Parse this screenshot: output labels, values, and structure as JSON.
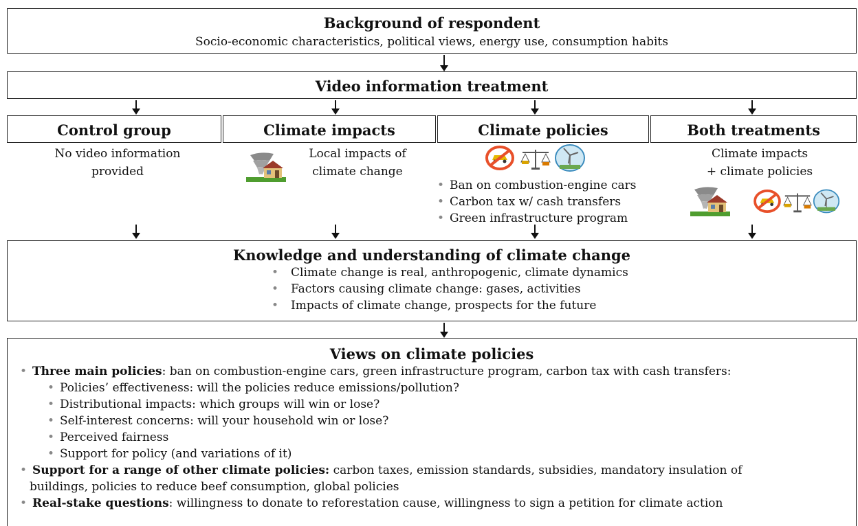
{
  "background": {
    "title": "Background of respondent",
    "subtitle": "Socio-economic characteristics, political views, energy use, consumption habits"
  },
  "treatment": {
    "title": "Video information treatment"
  },
  "groups": {
    "control": {
      "title": "Control group",
      "text1": "No video information",
      "text2": "provided"
    },
    "impacts": {
      "title": "Climate impacts",
      "text1": "Local impacts of",
      "text2": "climate change"
    },
    "policies": {
      "title": "Climate policies",
      "items": [
        "Ban on combustion-engine cars",
        "Carbon tax w/ cash transfers",
        "Green infrastructure program"
      ]
    },
    "both": {
      "title": "Both treatments",
      "text1": "Climate impacts",
      "text2": "+ climate policies"
    }
  },
  "knowledge": {
    "title": "Knowledge and understanding of climate change",
    "items": [
      "Climate change is real, anthropogenic, climate dynamics",
      "Factors causing climate change: gases, activities",
      "Impacts of climate change, prospects for the future"
    ]
  },
  "views": {
    "title": "Views on climate policies",
    "main_bold": "Three main policies",
    "main_rest": ": ban on combustion-engine cars, green infrastructure program, carbon tax with cash transfers:",
    "sub_items": [
      "Policies’ effectiveness: will the policies reduce emissions/pollution?",
      "Distributional impacts: which groups will win or lose?",
      "Self-interest concerns: will your household win or lose?",
      "Perceived fairness",
      "Support for policy (and variations of it)"
    ],
    "other_bold": "Support for a range of other climate policies:",
    "other_rest": " carbon taxes, emission standards, subsidies, mandatory insulation of",
    "other_rest2": "buildings, policies to reduce beef consumption, global policies",
    "real_bold": "Real-stake questions",
    "real_rest": ": willingness to donate to reforestation cause, willingness to sign a petition for climate action"
  },
  "icons": {
    "tornado_house": "tornado-house-icon",
    "no_car": "no-car-icon",
    "scale": "balance-scale-icon",
    "wind_turbine": "wind-turbine-icon",
    "no_car_color": "#e8502a"
  }
}
